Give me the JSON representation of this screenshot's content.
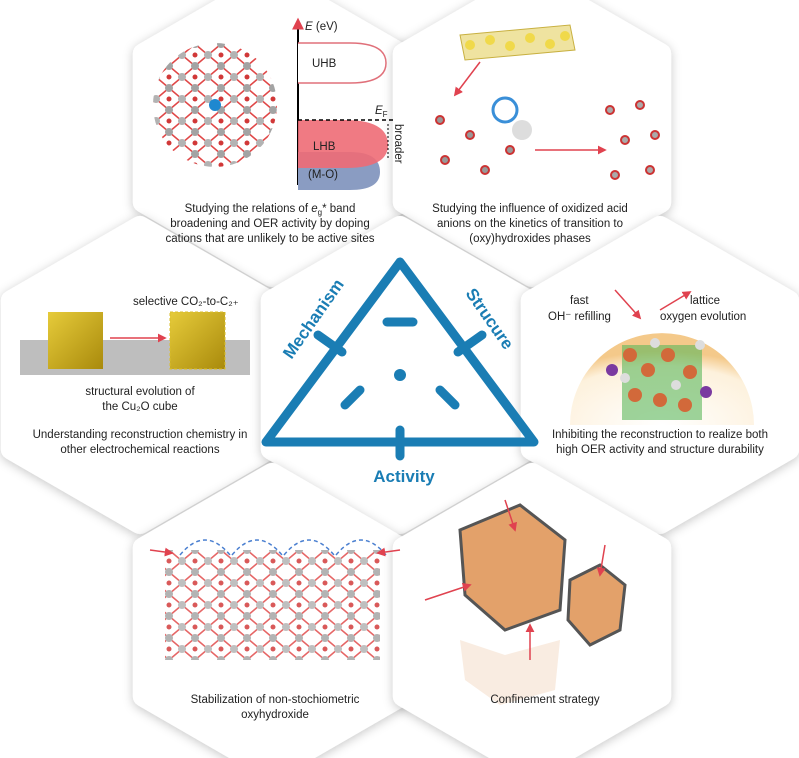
{
  "colors": {
    "accent": "#1a7db4",
    "arrow": "#e0424f",
    "gold": "#c9a514"
  },
  "center": {
    "labels": {
      "mechanism": "Mechanism",
      "structure": "Strucure",
      "activity": "Activity"
    }
  },
  "panels": {
    "top_left": {
      "axis_label_e": "E",
      "axis_label_unit": " (eV)",
      "uhb": "UHB",
      "lhb": "LHB",
      "mo": "(M-O)",
      "ef": "E",
      "ef_sub": "F",
      "broader": "broader",
      "caption": [
        "Studying the relations of ",
        "e",
        "g",
        "* band",
        "broadening and OER activity by doping",
        "cations that are unlikely to be active sites"
      ]
    },
    "top_right": {
      "caption": [
        "Studying the influence of oxidized acid",
        "anions on the kinetics of transition to",
        "(oxy)hydroxides phases"
      ]
    },
    "left": {
      "selective": "selective CO₂-to-C₂₊",
      "evolution": [
        "structural evolution of",
        "the Cu₂O cube"
      ],
      "caption": [
        "Understanding reconstruction chemistry in",
        "other electrochemical reactions"
      ]
    },
    "right": {
      "fast": "fast",
      "refilling": "OH⁻ refilling",
      "lattice": "lattice",
      "oxygen": "oxygen evolution",
      "caption": [
        "Inhibiting the reconstruction to realize both",
        "high OER activity and structure durability"
      ]
    },
    "bottom_left": {
      "caption": [
        "Stabilization of non-stochiometric",
        "oxyhydroxide"
      ]
    },
    "bottom_right": {
      "caption": [
        "Confinement strategy"
      ]
    }
  }
}
